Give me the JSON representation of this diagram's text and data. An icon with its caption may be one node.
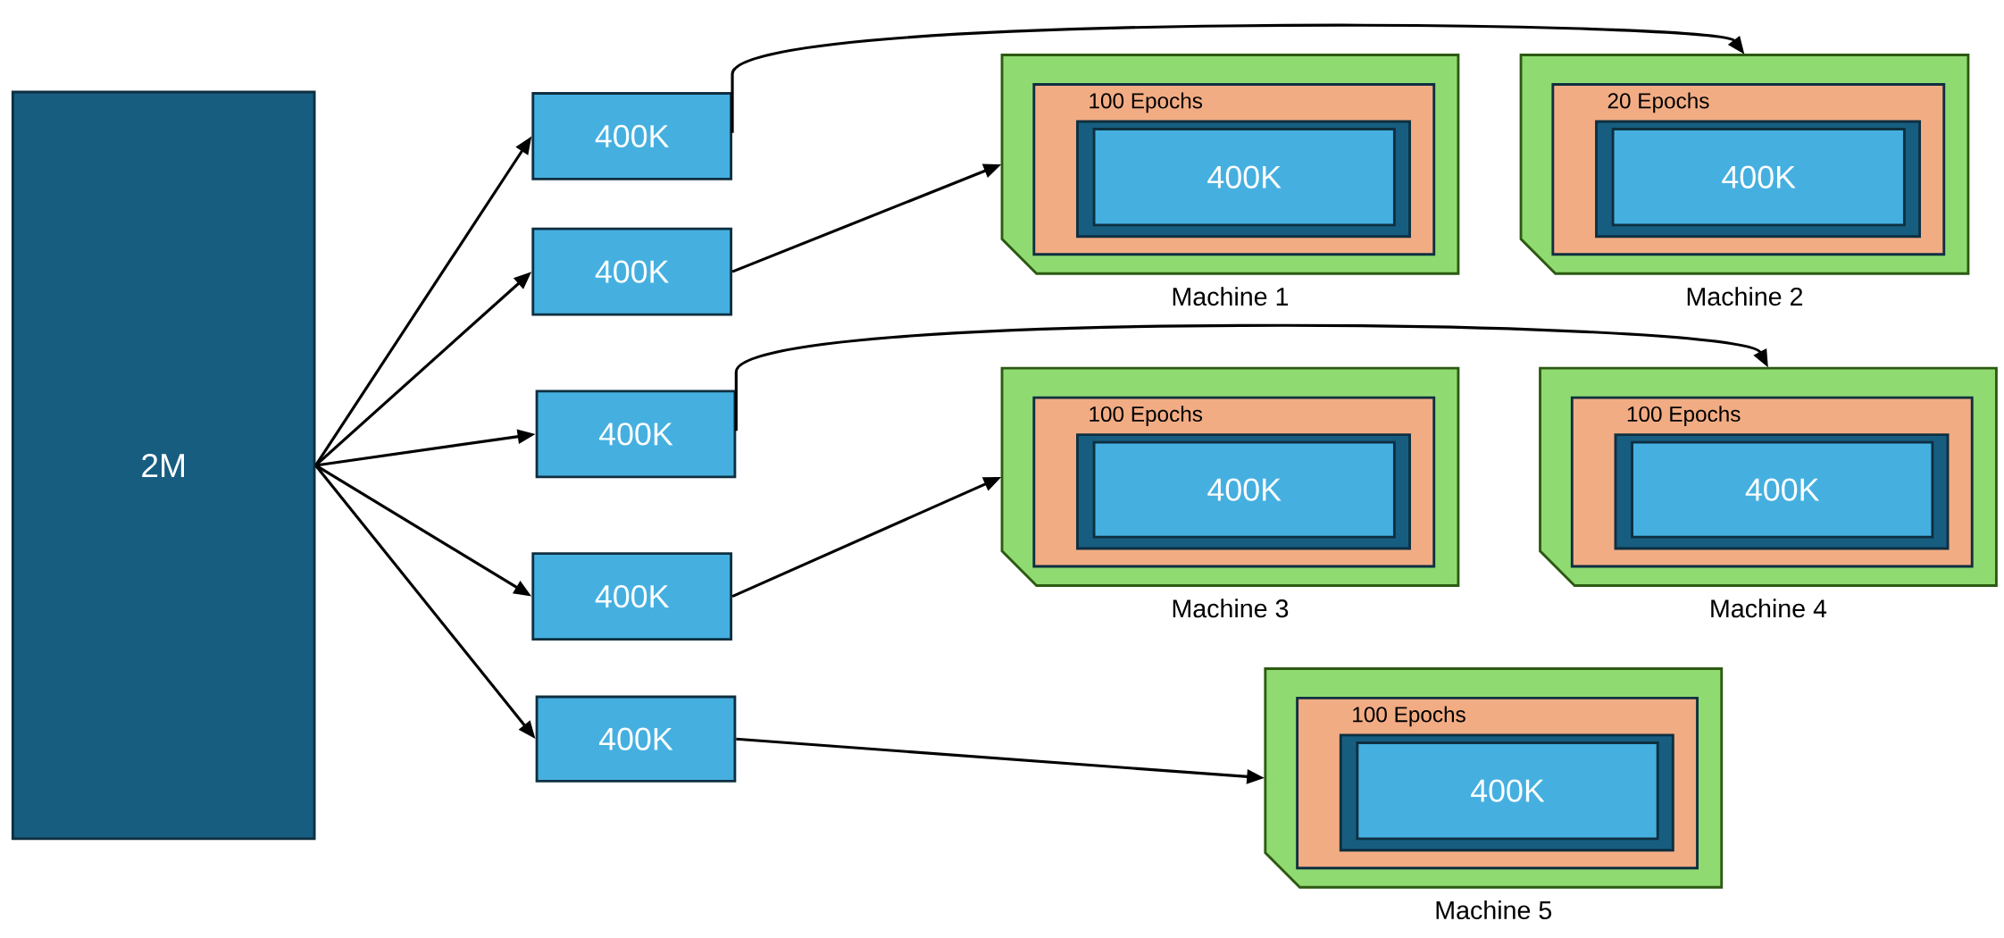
{
  "diagram": {
    "nodes": [
      {
        "text": [
          "2M"
        ]
      },
      {
        "text": [
          "400K"
        ]
      },
      {
        "text": [
          "400K"
        ]
      },
      {
        "text": [
          "400K"
        ]
      },
      {
        "text": [
          "400K"
        ]
      },
      {
        "text": [
          "400K"
        ]
      },
      {
        "text": [
          "Machine 1"
        ]
      },
      {
        "text": [
          "100 Epochs"
        ],
        "in": 6
      },
      {
        "text": [],
        "shape": "box",
        "in": 7
      },
      {
        "text": [
          "400K"
        ],
        "in": 8
      },
      {
        "text": [
          "Machine 2"
        ]
      },
      {
        "text": [
          "20 Epochs"
        ],
        "in": 10
      },
      {
        "text": [],
        "shape": "box",
        "in": 11
      },
      {
        "text": [
          "400K"
        ],
        "in": 12
      },
      {
        "text": [
          "Machine 3"
        ]
      },
      {
        "text": [
          "100 Epochs"
        ],
        "in": 14
      },
      {
        "text": [],
        "shape": "box",
        "in": 15
      },
      {
        "text": [
          "400K"
        ],
        "in": 16
      },
      {
        "text": [
          "Machine 4"
        ]
      },
      {
        "text": [
          "100 Epochs"
        ],
        "in": 18
      },
      {
        "text": [],
        "shape": "box",
        "in": 19
      },
      {
        "text": [
          "400K"
        ],
        "in": 20
      },
      {
        "text": [
          "Machine 5"
        ]
      },
      {
        "text": [
          "100 Epochs"
        ],
        "in": 22
      },
      {
        "text": [],
        "shape": "box",
        "in": 23
      },
      {
        "text": [
          "400K"
        ],
        "in": 24
      }
    ],
    "edges": [
      {
        "from": 0,
        "to": 1,
        "arrow": "to"
      },
      {
        "from": 0,
        "to": 2,
        "arrow": "to"
      },
      {
        "from": 0,
        "to": 3,
        "arrow": "to"
      },
      {
        "from": 0,
        "to": 4,
        "arrow": "to"
      },
      {
        "from": 0,
        "to": 5,
        "arrow": "to"
      },
      {
        "from": 1,
        "to": 10,
        "arrow": "to"
      },
      {
        "from": 2,
        "to": 6,
        "arrow": "to"
      },
      {
        "from": 3,
        "to": 18,
        "arrow": "to"
      },
      {
        "from": 4,
        "to": 14,
        "arrow": "to"
      },
      {
        "from": 5,
        "to": 22,
        "arrow": "to"
      }
    ]
  }
}
